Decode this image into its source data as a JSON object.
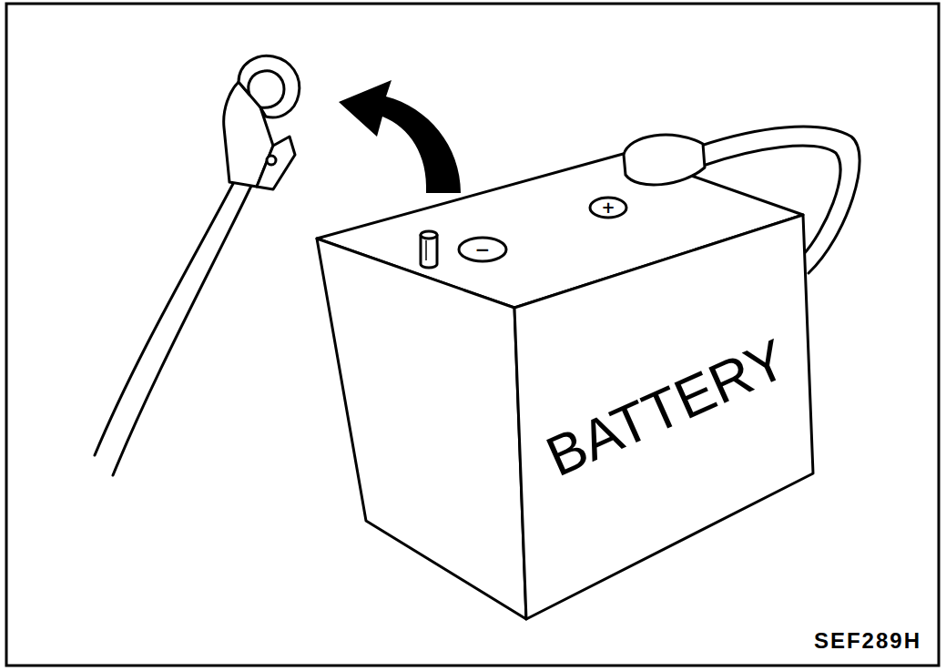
{
  "diagram": {
    "nodes": [
      {
        "text": [
          "BATTERY"
        ]
      }
    ],
    "labels": [
      "−",
      "+",
      "SEF289H"
    ]
  }
}
